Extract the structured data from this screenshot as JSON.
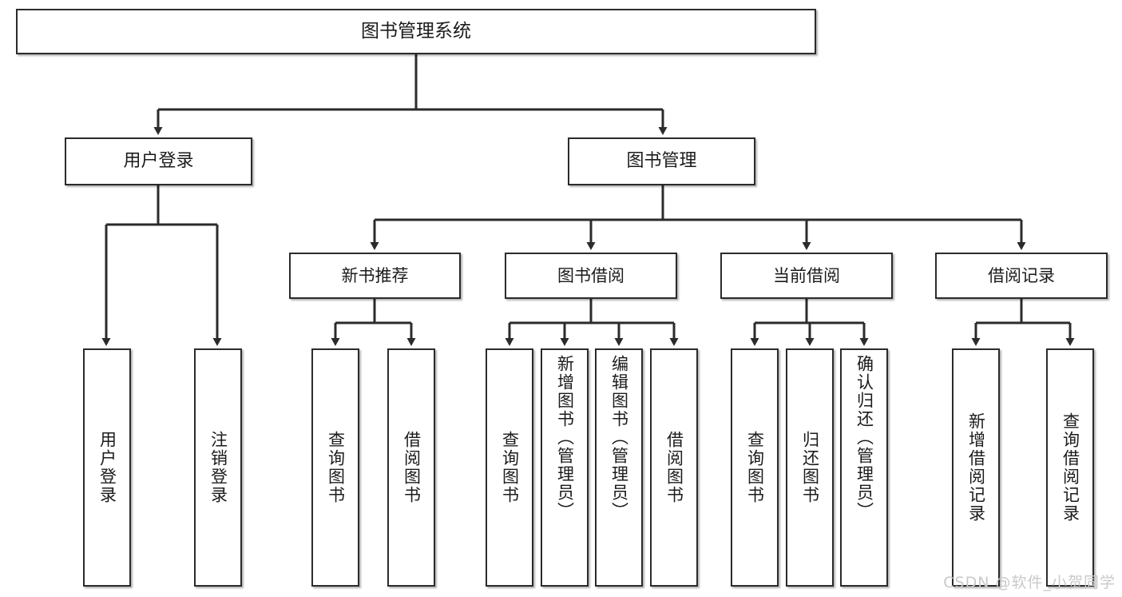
{
  "diagram": {
    "type": "tree",
    "title": "图书管理系统",
    "root": {
      "label": "图书管理系统"
    },
    "level2": [
      {
        "label": "用户登录"
      },
      {
        "label": "图书管理"
      }
    ],
    "level3": [
      {
        "label": "新书推荐"
      },
      {
        "label": "图书借阅"
      },
      {
        "label": "当前借阅"
      },
      {
        "label": "借阅记录"
      }
    ],
    "leaves": [
      {
        "label": "用户登录",
        "parent": "用户登录"
      },
      {
        "label": "注销登录",
        "parent": "用户登录"
      },
      {
        "label": "查询图书",
        "parent": "新书推荐"
      },
      {
        "label": "借阅图书",
        "parent": "新书推荐"
      },
      {
        "label": "查询图书",
        "parent": "图书借阅"
      },
      {
        "label": "新增图书（管理员）",
        "parent": "图书借阅"
      },
      {
        "label": "编辑图书（管理员）",
        "parent": "图书借阅"
      },
      {
        "label": "借阅图书",
        "parent": "图书借阅"
      },
      {
        "label": "查询图书",
        "parent": "当前借阅"
      },
      {
        "label": "归还图书",
        "parent": "当前借阅"
      },
      {
        "label": "确认归还（管理员）",
        "parent": "当前借阅"
      },
      {
        "label": "新增借阅记录",
        "parent": "借阅记录"
      },
      {
        "label": "查询借阅记录",
        "parent": "借阅记录"
      }
    ]
  },
  "watermark": {
    "text": "CSDN @软件_小贺同学"
  },
  "colors": {
    "border": "#2b2b2b",
    "fill": "#ffffff",
    "text": "#1b1b1b",
    "connector": "#2b2b2b",
    "watermark": "#c9c9c9"
  }
}
